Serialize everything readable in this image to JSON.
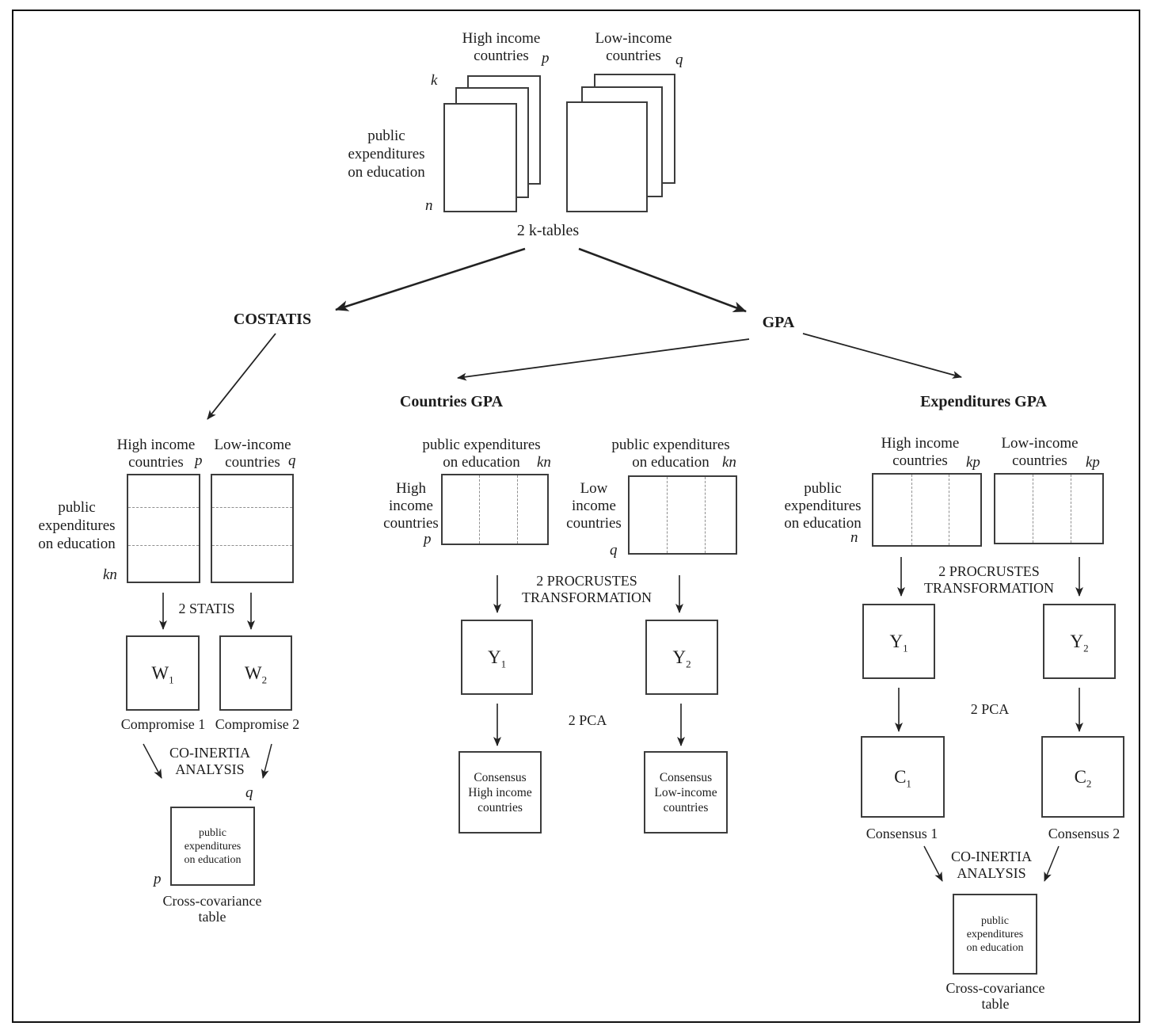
{
  "top": {
    "stack_left": {
      "title": "High income\ncountries",
      "dim_cols": "p",
      "dim_tables": "k",
      "dim_rows": "n"
    },
    "stack_right": {
      "title": "Low-income\ncountries",
      "dim_cols": "q"
    },
    "side_label": "public\nexpenditures\non education",
    "caption": "2 k-tables"
  },
  "branch_labels": {
    "costatis": "COSTATIS",
    "gpa": "GPA",
    "countries_gpa": "Countries GPA",
    "expenditures_gpa": "Expenditures GPA"
  },
  "costatis": {
    "side_label": "public\nexpenditures\non education",
    "dim_rows": "kn",
    "table_high": {
      "title": "High income\ncountries",
      "dim_cols": "p"
    },
    "table_low": {
      "title": "Low-income\ncountries",
      "dim_cols": "q"
    },
    "step1_label": "2 STATIS",
    "compromise1": {
      "symbol": "W",
      "sub": "1",
      "caption": "Compromise 1"
    },
    "compromise2": {
      "symbol": "W",
      "sub": "2",
      "caption": "Compromise 2"
    },
    "step2_label": "CO-INERTIA\nANALYSIS",
    "result": {
      "dim_cols": "q",
      "dim_rows": "p",
      "content": "public\nexpenditures\non education",
      "caption": "Cross-covariance\ntable"
    }
  },
  "countries_gpa": {
    "table_high": {
      "title": "public expenditures\non education",
      "dim_cols": "kn",
      "side_label": "High\nincome\ncountries",
      "dim_rows": "p"
    },
    "table_low": {
      "title": "public expenditures\non education",
      "dim_cols": "kn",
      "side_label": "Low\nincome\ncountries",
      "dim_rows": "q"
    },
    "step1_label": "2 PROCRUSTES\nTRANSFORMATION",
    "y1": {
      "symbol": "Y",
      "sub": "1"
    },
    "y2": {
      "symbol": "Y",
      "sub": "2"
    },
    "step2_label": "2 PCA",
    "consensus_high": "Consensus\nHigh income\ncountries",
    "consensus_low": "Consensus\nLow-income\ncountries"
  },
  "expenditures_gpa": {
    "side_label": "public\nexpenditures\non education",
    "dim_rows": "n",
    "table_high": {
      "title": "High income\ncountries",
      "dim_cols": "kp"
    },
    "table_low": {
      "title": "Low-income\ncountries",
      "dim_cols": "kp"
    },
    "step1_label": "2 PROCRUSTES\nTRANSFORMATION",
    "y1": {
      "symbol": "Y",
      "sub": "1"
    },
    "y2": {
      "symbol": "Y",
      "sub": "2"
    },
    "step2_label": "2 PCA",
    "c1": {
      "symbol": "C",
      "sub": "1",
      "caption": "Consensus 1"
    },
    "c2": {
      "symbol": "C",
      "sub": "2",
      "caption": "Consensus 2"
    },
    "step3_label": "CO-INERTIA\nANALYSIS",
    "result": {
      "content": "public\nexpenditures\non education",
      "caption": "Cross-covariance\ntable"
    }
  }
}
